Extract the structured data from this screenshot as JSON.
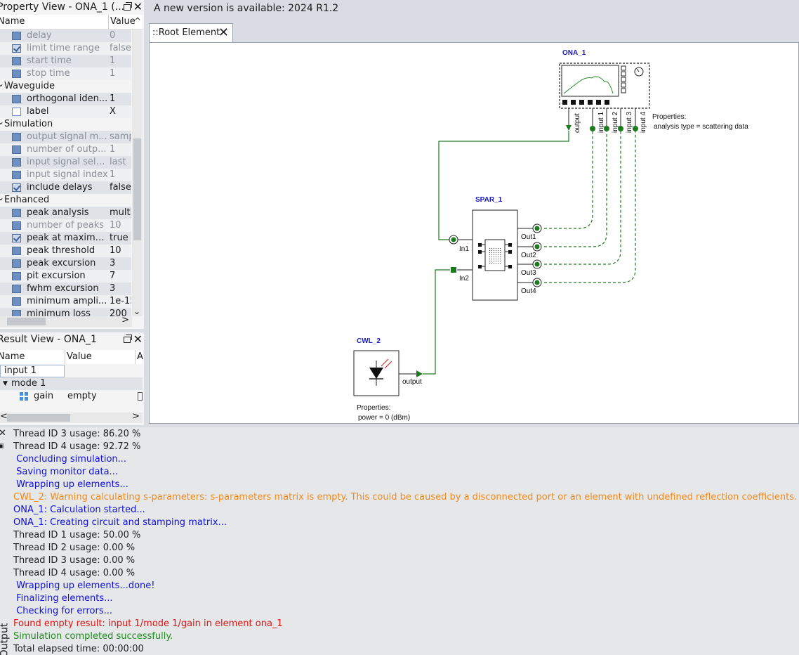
{
  "property_view": {
    "title": "Property View - ONA_1 (...",
    "col_name": "Name",
    "col_value": "Value",
    "rows": [
      {
        "type": "prop",
        "name": "delay",
        "value": "0",
        "dim": true,
        "icon": "prop-icon"
      },
      {
        "type": "prop",
        "name": "limit time range",
        "value": "false",
        "dim": true,
        "icon": "checkbox-icon"
      },
      {
        "type": "prop",
        "name": "start time",
        "value": "1",
        "dim": true,
        "icon": "prop-icon"
      },
      {
        "type": "prop",
        "name": "stop time",
        "value": "1",
        "dim": true,
        "icon": "prop-icon"
      },
      {
        "type": "section",
        "name": "Waveguide"
      },
      {
        "type": "prop",
        "name": "orthogonal iden...",
        "value": "1",
        "dim": false,
        "icon": "prop-icon"
      },
      {
        "type": "prop",
        "name": "label",
        "value": "X",
        "dim": false,
        "icon": "text-icon"
      },
      {
        "type": "section",
        "name": "Simulation"
      },
      {
        "type": "prop",
        "name": "output signal m...",
        "value": "samp",
        "dim": true,
        "icon": "prop-icon"
      },
      {
        "type": "prop",
        "name": "number of outp...",
        "value": "1",
        "dim": true,
        "icon": "prop-icon"
      },
      {
        "type": "prop",
        "name": "input signal sele...",
        "value": "last",
        "dim": true,
        "icon": "prop-icon"
      },
      {
        "type": "prop",
        "name": "input signal index",
        "value": "1",
        "dim": true,
        "icon": "prop-icon"
      },
      {
        "type": "prop",
        "name": "include delays",
        "value": "false",
        "dim": false,
        "icon": "checkbox-icon"
      },
      {
        "type": "section",
        "name": "Enhanced"
      },
      {
        "type": "prop",
        "name": "peak analysis",
        "value": "multi",
        "dim": false,
        "icon": "prop-icon"
      },
      {
        "type": "prop",
        "name": "number of peaks",
        "value": "10",
        "dim": true,
        "icon": "prop-icon"
      },
      {
        "type": "prop",
        "name": "peak at maximum",
        "value": "true",
        "dim": false,
        "icon": "checkbox-icon"
      },
      {
        "type": "prop",
        "name": "peak threshold",
        "value": "10",
        "dim": false,
        "icon": "prop-icon"
      },
      {
        "type": "prop",
        "name": "peak excursion",
        "value": "3",
        "dim": false,
        "icon": "prop-icon"
      },
      {
        "type": "prop",
        "name": "pit excursion",
        "value": "7",
        "dim": false,
        "icon": "prop-icon"
      },
      {
        "type": "prop",
        "name": "fwhm excursion",
        "value": "3",
        "dim": false,
        "icon": "prop-icon"
      },
      {
        "type": "prop",
        "name": "minimum ampli...",
        "value": "1e-15",
        "dim": false,
        "icon": "prop-icon"
      },
      {
        "type": "prop",
        "name": "minimum loss",
        "value": "200",
        "dim": false,
        "icon": "prop-icon"
      }
    ]
  },
  "result_view": {
    "title": "Result View - ONA_1",
    "col_name": "Name",
    "col_value": "Value",
    "col_a": "A",
    "input_label": "input 1",
    "mode_label": "mode 1",
    "gain_name": "gain",
    "gain_value": "empty"
  },
  "notice": "A new version is available: 2024 R1.2",
  "tab_label": "::Root Element",
  "schematic": {
    "ona_label": "ONA_1",
    "ona_ports": [
      "output",
      "input 1",
      "input 2",
      "input 3",
      "input 4"
    ],
    "ona_props_title": "Properties:",
    "ona_props_value": "analysis type = scattering data",
    "spar_label": "SPAR_1",
    "spar_in": [
      "In1",
      "In2"
    ],
    "spar_out": [
      "Out1",
      "Out2",
      "Out3",
      "Out4"
    ],
    "cwl_label": "CWL_2",
    "cwl_port": "output",
    "cwl_props_title": "Properties:",
    "cwl_props_value": "power = 0 (dBm)",
    "wire_color": "#1d7a1d"
  },
  "output": {
    "side_label": "Output",
    "lines": [
      {
        "text": "Thread ID 3 usage: 86.20 %",
        "color": "black"
      },
      {
        "text": "Thread ID 4 usage: 92.72 %",
        "color": "black"
      },
      {
        "text": " Concluding simulation...",
        "color": "blue"
      },
      {
        "text": " Saving monitor data...",
        "color": "blue"
      },
      {
        "text": " Wrapping up elements...",
        "color": "blue"
      },
      {
        "text": "CWL_2: Warning calculating s-parameters: s-parameters matrix is empty. This could be caused by a disconnected port or an element with undefined reflection coefficients.",
        "color": "orange"
      },
      {
        "text": "ONA_1: Calculation started...",
        "color": "blue"
      },
      {
        "text": "ONA_1: Creating circuit and stamping matrix...",
        "color": "blue"
      },
      {
        "text": "Thread ID 1 usage: 50.00 %",
        "color": "black"
      },
      {
        "text": "Thread ID 2 usage: 0.00 %",
        "color": "black"
      },
      {
        "text": "Thread ID 3 usage: 0.00 %",
        "color": "black"
      },
      {
        "text": "Thread ID 4 usage: 0.00 %",
        "color": "black"
      },
      {
        "text": " Wrapping up elements...done!",
        "color": "blue"
      },
      {
        "text": " Finalizing elements...",
        "color": "blue"
      },
      {
        "text": " Checking for errors...",
        "color": "blue"
      },
      {
        "text": "Found empty result: input 1/mode 1/gain in element ona_1",
        "color": "red"
      },
      {
        "text": "Simulation completed successfully.",
        "color": "green"
      },
      {
        "text": "Total elapsed time: 00:00:00",
        "color": "black"
      }
    ]
  }
}
